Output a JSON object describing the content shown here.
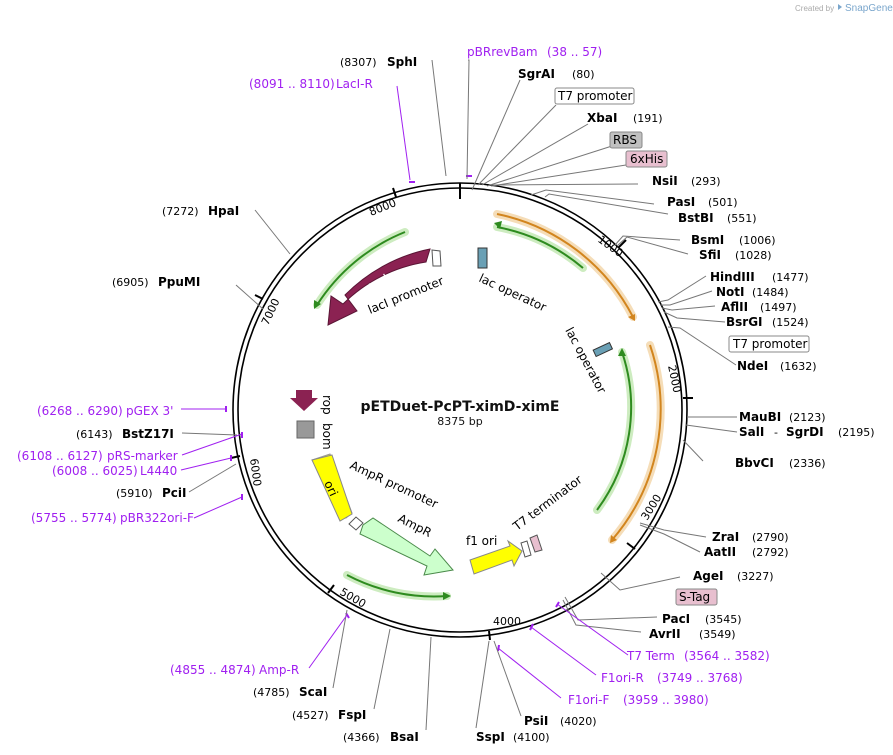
{
  "credit": {
    "prefix": "Created by",
    "brand": "SnapGene"
  },
  "plasmid": {
    "name": "pETDuet-PcPT-ximD-ximE",
    "size": "8375 bp"
  },
  "enzymes_right": [
    {
      "name": "SgrAI",
      "pos": "(80)"
    },
    {
      "name": "XbaI",
      "pos": "(191)"
    },
    {
      "name": "NsiI",
      "pos": "(293)"
    },
    {
      "name": "PasI",
      "pos": "(501)"
    },
    {
      "name": "BstBI",
      "pos": "(551)"
    },
    {
      "name": "BsmI",
      "pos": "(1006)"
    },
    {
      "name": "SfiI",
      "pos": "(1028)"
    },
    {
      "name": "HindIII",
      "pos": "(1477)"
    },
    {
      "name": "NotI",
      "pos": "(1484)"
    },
    {
      "name": "AflII",
      "pos": "(1497)"
    },
    {
      "name": "BsrGI",
      "pos": "(1524)"
    },
    {
      "name": "NdeI",
      "pos": "(1632)"
    },
    {
      "name": "MauBI",
      "pos": "(2123)"
    },
    {
      "name": "SalI",
      "pos": ""
    },
    {
      "name": "SgrDI",
      "pos": "(2195)"
    },
    {
      "name": "BbvCI",
      "pos": "(2336)"
    },
    {
      "name": "ZraI",
      "pos": "(2790)"
    },
    {
      "name": "AatII",
      "pos": "(2792)"
    },
    {
      "name": "AgeI",
      "pos": "(3227)"
    },
    {
      "name": "PacI",
      "pos": "(3545)"
    },
    {
      "name": "AvrII",
      "pos": "(3549)"
    }
  ],
  "enzymes_left": [
    {
      "name": "SphI",
      "pos": "(8307)"
    },
    {
      "name": "HpaI",
      "pos": "(7272)"
    },
    {
      "name": "PpuMI",
      "pos": "(6905)"
    },
    {
      "name": "BstZ17I",
      "pos": "(6143)"
    },
    {
      "name": "PciI",
      "pos": "(5910)"
    },
    {
      "name": "ScaI",
      "pos": "(4785)"
    },
    {
      "name": "FspI",
      "pos": "(4527)"
    },
    {
      "name": "BsaI",
      "pos": "(4366)"
    }
  ],
  "enzymes_bottom": [
    {
      "name": "SspI",
      "pos": "(4100)"
    },
    {
      "name": "PsiI",
      "pos": "(4020)"
    }
  ],
  "sal_dash": "-",
  "primers": [
    {
      "name": "pBRrevBam",
      "range": "(38 .. 57)"
    },
    {
      "name": "LacI-R",
      "range": "(8091 .. 8110)"
    },
    {
      "name": "pGEX 3'",
      "range": "(6268 .. 6290)"
    },
    {
      "name": "pRS-marker",
      "range": "(6108 .. 6127)"
    },
    {
      "name": "L4440",
      "range": "(6008 .. 6025)"
    },
    {
      "name": "pBR322ori-F",
      "range": "(5755 .. 5774)"
    },
    {
      "name": "Amp-R",
      "range": "(4855 .. 4874)"
    },
    {
      "name": "T7 Term",
      "range": "(3564 .. 3582)"
    },
    {
      "name": "F1ori-R",
      "range": "(3749 .. 3768)"
    },
    {
      "name": "F1ori-F",
      "range": "(3959 .. 3980)"
    }
  ],
  "boxed_features": [
    {
      "name": "T7 promoter"
    },
    {
      "name": "RBS"
    },
    {
      "name": "6xHis"
    },
    {
      "name": "T7 promoter"
    },
    {
      "name": "S-Tag"
    }
  ],
  "features": {
    "lacI": "lacI",
    "lacI_promoter": "lacI promoter",
    "lac_operator_1": "lac operator",
    "lac_operator_2": "lac operator",
    "rop": "rop",
    "bom": "bom",
    "ori": "ori",
    "ampR_promoter": "AmpR promoter",
    "ampR": "AmpR",
    "f1_ori": "f1 ori",
    "t7_terminator": "T7 terminator"
  },
  "ticks": [
    "1000",
    "2000",
    "3000",
    "4000",
    "5000",
    "6000",
    "7000",
    "8000"
  ],
  "colors": {
    "lacI": "#8b2252",
    "rop": "#8b2252",
    "bom": "#999999",
    "ori": "#ffff00",
    "ampR": "#ccffcc",
    "orf_green": "#2e8b1f",
    "orf_orange": "#d2851e",
    "primer": "#a020f0"
  }
}
